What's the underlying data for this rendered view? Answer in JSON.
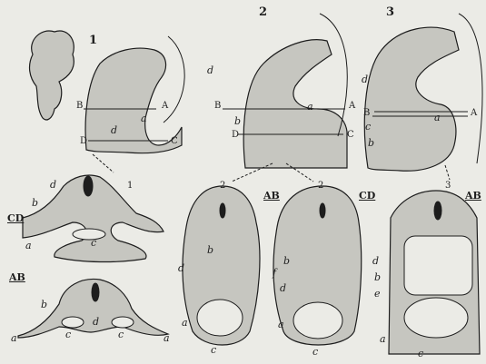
{
  "figure_numbers": [
    "1",
    "2",
    "3"
  ],
  "section_captions": {
    "ab": "AB",
    "cd": "CD"
  },
  "plane_letters": {
    "a": "A",
    "b": "B",
    "c": "C",
    "d": "D"
  },
  "part_letters": {
    "a": "a",
    "b": "b",
    "c": "c",
    "d": "d",
    "e": "e",
    "f": "f"
  },
  "colors": {
    "paper": "#ebebe6",
    "ink": "#1d1d1d",
    "tissue": "#c6c6c0"
  }
}
